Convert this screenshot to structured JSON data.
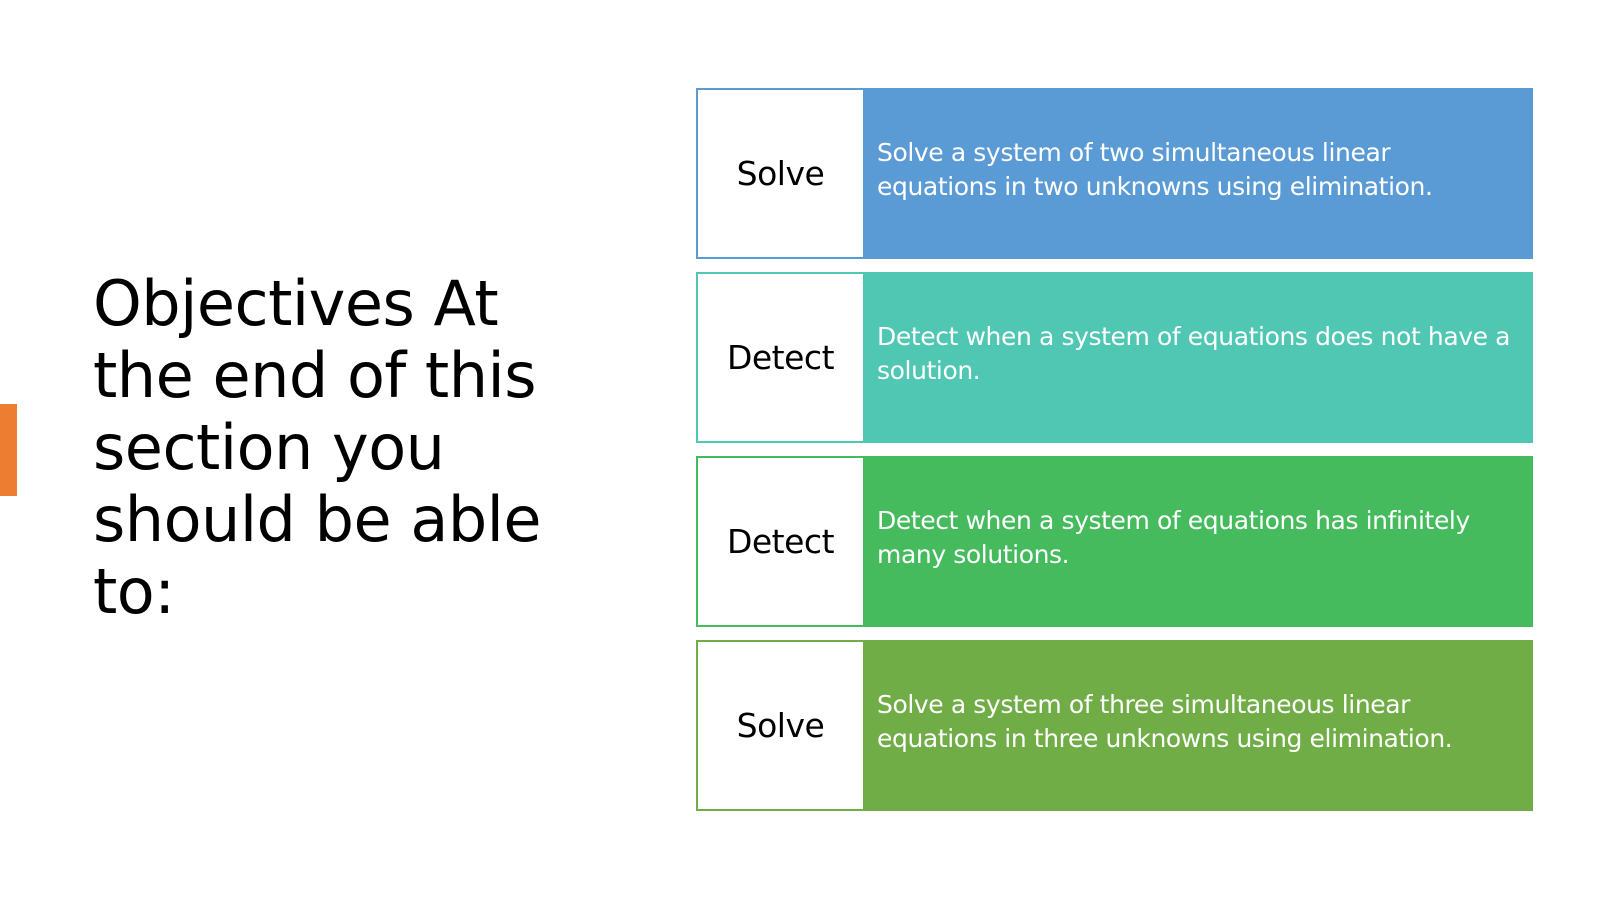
{
  "slide": {
    "title": "Objectives At the end of this section you should be able to:",
    "accent_color": "#ED7D31",
    "objectives": [
      {
        "label": "Solve",
        "description": "Solve a system of two simultaneous linear equations in two unknowns using elimination.",
        "color": "#5B9BD5"
      },
      {
        "label": "Detect",
        "description": "Detect when a system of equations does not have a solution.",
        "color": "#4FC7B2"
      },
      {
        "label": "Detect",
        "description": "Detect when a system of equations has infinitely many solutions.",
        "color": "#45BB5E"
      },
      {
        "label": "Solve",
        "description": "Solve a system of three simultaneous linear equations in three unknowns using elimination.",
        "color": "#70AD47"
      }
    ]
  }
}
